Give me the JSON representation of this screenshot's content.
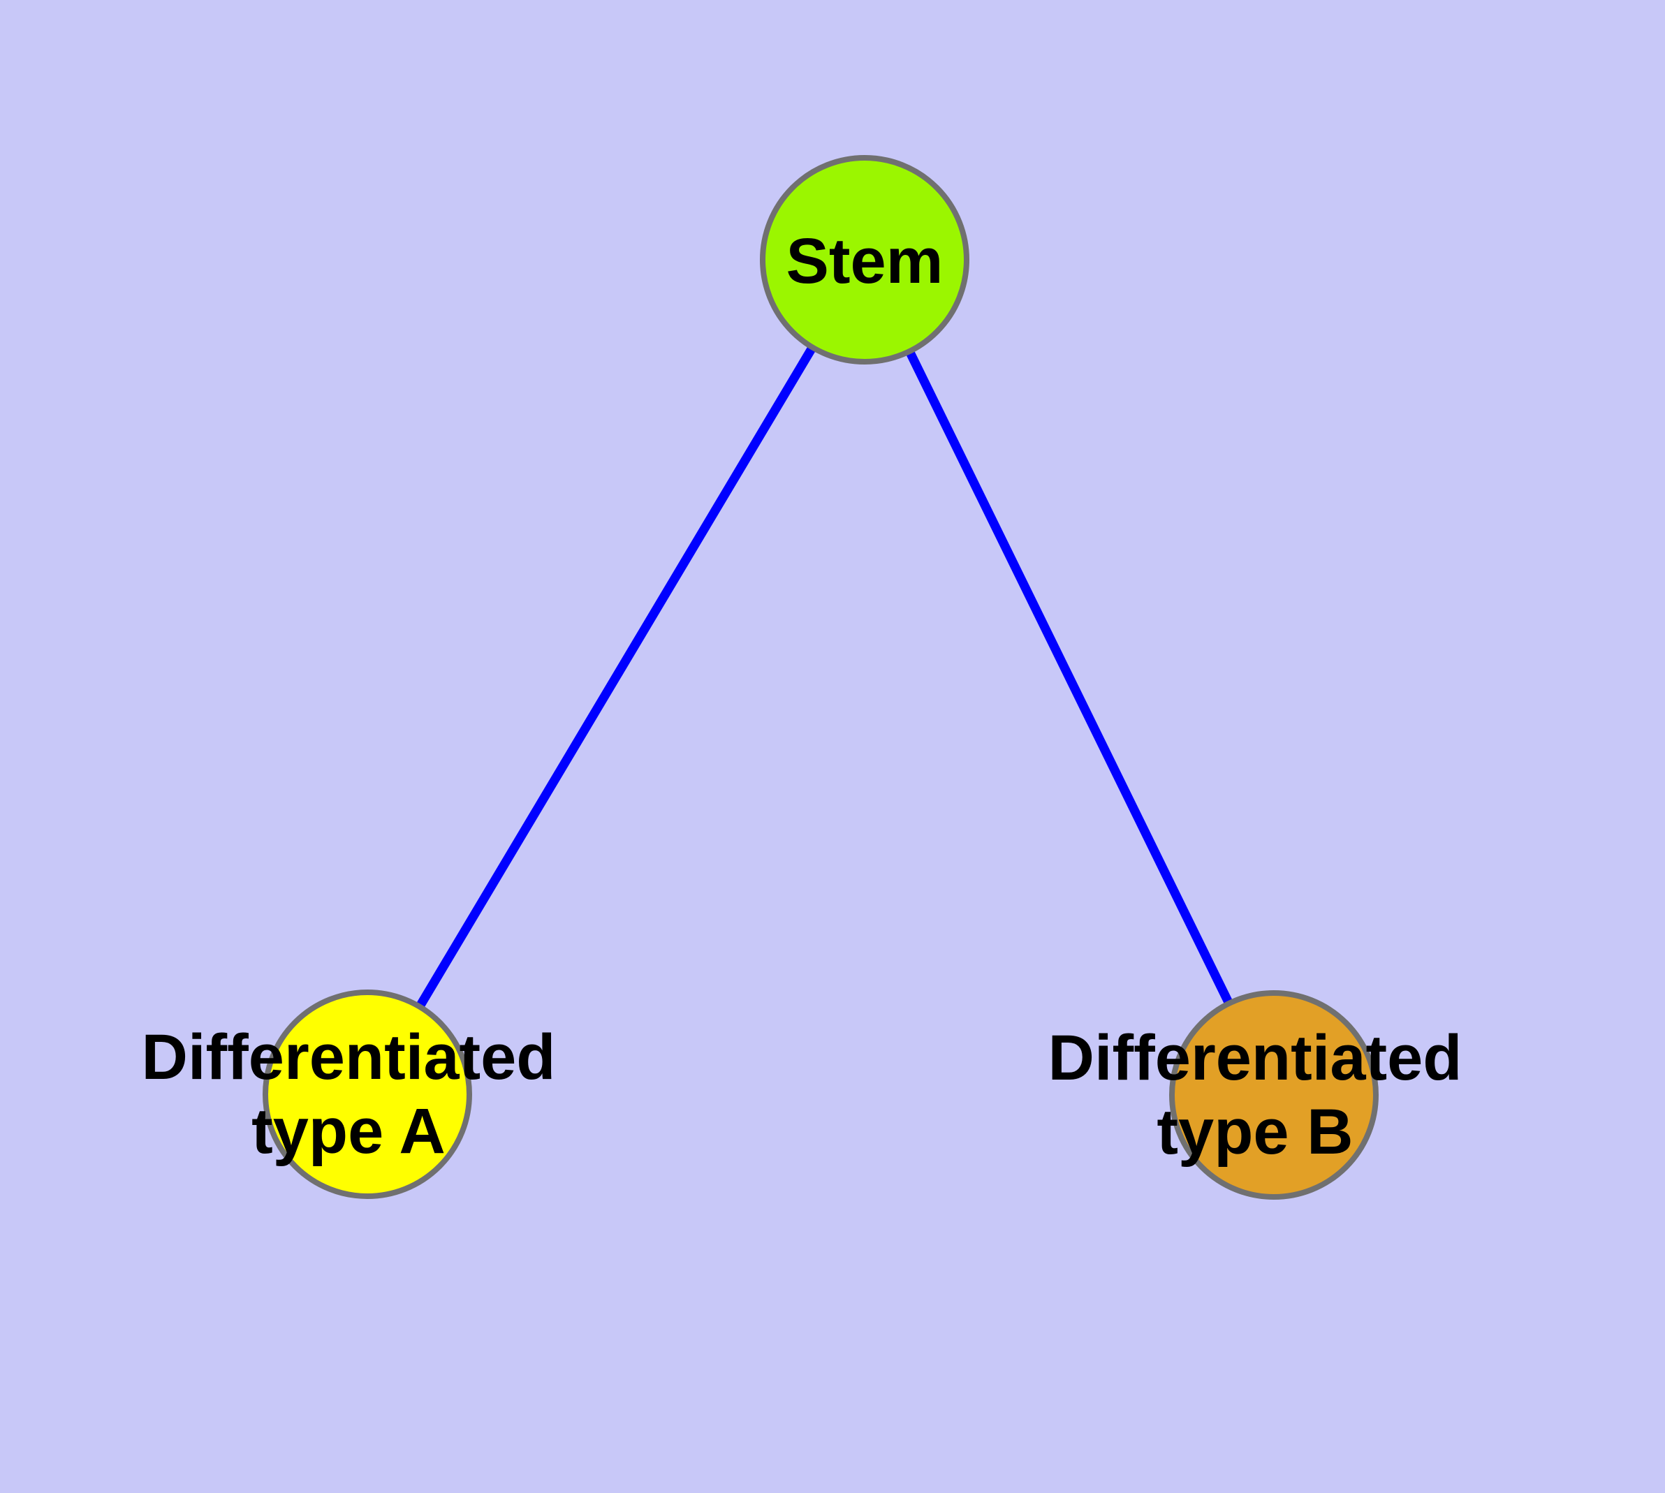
{
  "diagram": {
    "background_color": "#C8C8F8",
    "edge_color": "#0000FF",
    "node_border_color": "#707070",
    "label_color": "#000000",
    "nodes": [
      {
        "id": "stem",
        "label": "Stem",
        "fill_color": "#9BF600"
      },
      {
        "id": "differentiated-type-a",
        "label_line1": "Differentiated",
        "label_line2": "type A",
        "fill_color": "#FFFF00"
      },
      {
        "id": "differentiated-type-b",
        "label_line1": "Differentiated",
        "label_line2": "type B",
        "fill_color": "#E2A026"
      }
    ],
    "edges": [
      {
        "from": "stem",
        "to": "differentiated-type-a"
      },
      {
        "from": "stem",
        "to": "differentiated-type-b"
      }
    ]
  }
}
